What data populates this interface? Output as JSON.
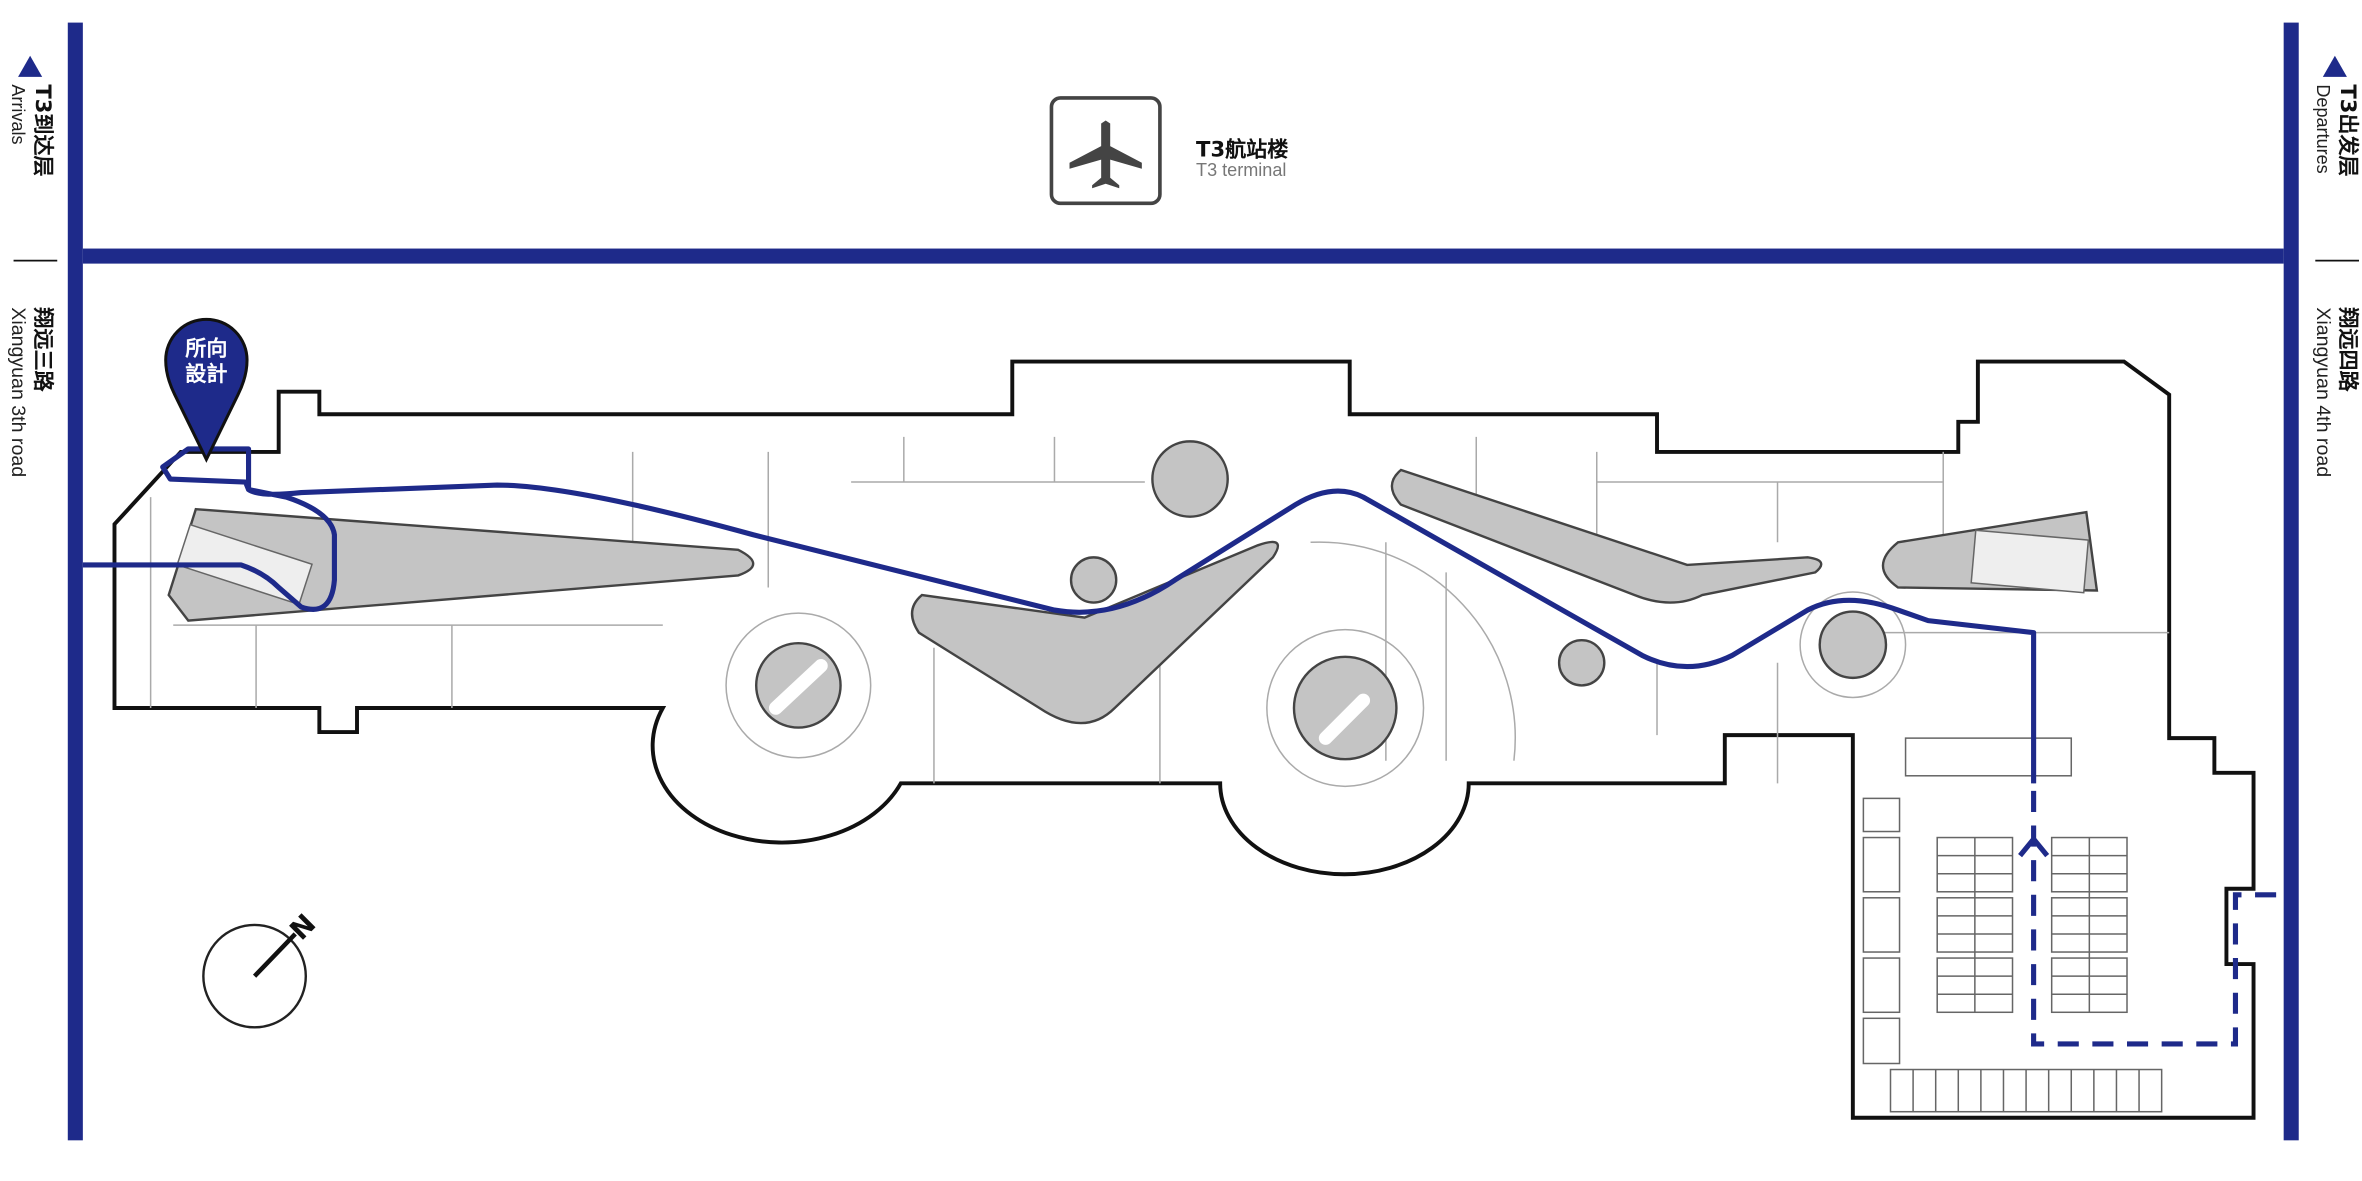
{
  "colors": {
    "accent": "#1e2a8a",
    "island": "#c4c4c4",
    "wall": "#111111"
  },
  "left": {
    "level_cn": "T3到达层",
    "level_en": "Arrivals",
    "road_cn": "翔远三路",
    "road_en": "Xiangyuan 3th road"
  },
  "right": {
    "level_cn": "T3出发层",
    "level_en": "Departures",
    "road_cn": "翔远四路",
    "road_en": "Xiangyuan 4th road"
  },
  "terminal": {
    "icon": "airplane-icon",
    "title_cn": "T3航站楼",
    "title_en": "T3 terminal"
  },
  "pin": {
    "line1": "所向",
    "line2": "設計"
  },
  "compass": {
    "label": "N"
  }
}
